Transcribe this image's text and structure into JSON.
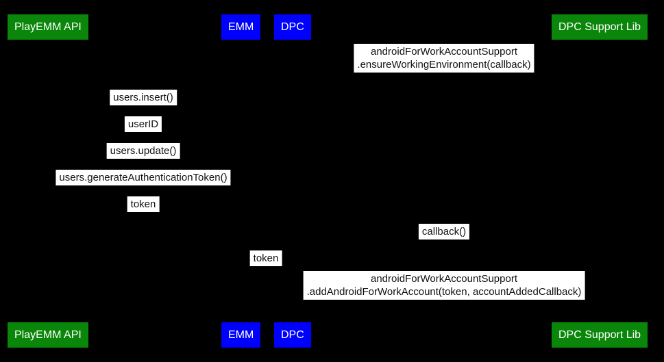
{
  "colors": {
    "background": "#000000",
    "actor_green": "#0a870a",
    "actor_blue": "#0000fe",
    "message_background": "#ffffff",
    "message_text": "#111111",
    "actor_text": "#ffffff"
  },
  "actors": {
    "play_emm_api": "PlayEMM API",
    "emm": "EMM",
    "dpc": "DPC",
    "dpc_support_lib": "DPC Support Lib"
  },
  "messages": {
    "ensure_working_environment": {
      "line1": "androidForWorkAccountSupport",
      "line2": ".ensureWorkingEnvironment(callback)"
    },
    "users_insert": {
      "text": "users.insert()"
    },
    "user_id": {
      "text": "userID"
    },
    "users_update": {
      "text": "users.update()"
    },
    "users_generate_authentication_token": {
      "text": "users.generateAuthenticationToken()"
    },
    "token_to_play_emm": {
      "text": "token"
    },
    "callback": {
      "text": "callback()"
    },
    "token_to_dpc": {
      "text": "token"
    },
    "add_android_for_work_account": {
      "line1": "androidForWorkAccountSupport",
      "line2": ".addAndroidForWorkAccount(token, accountAddedCallback)"
    }
  }
}
